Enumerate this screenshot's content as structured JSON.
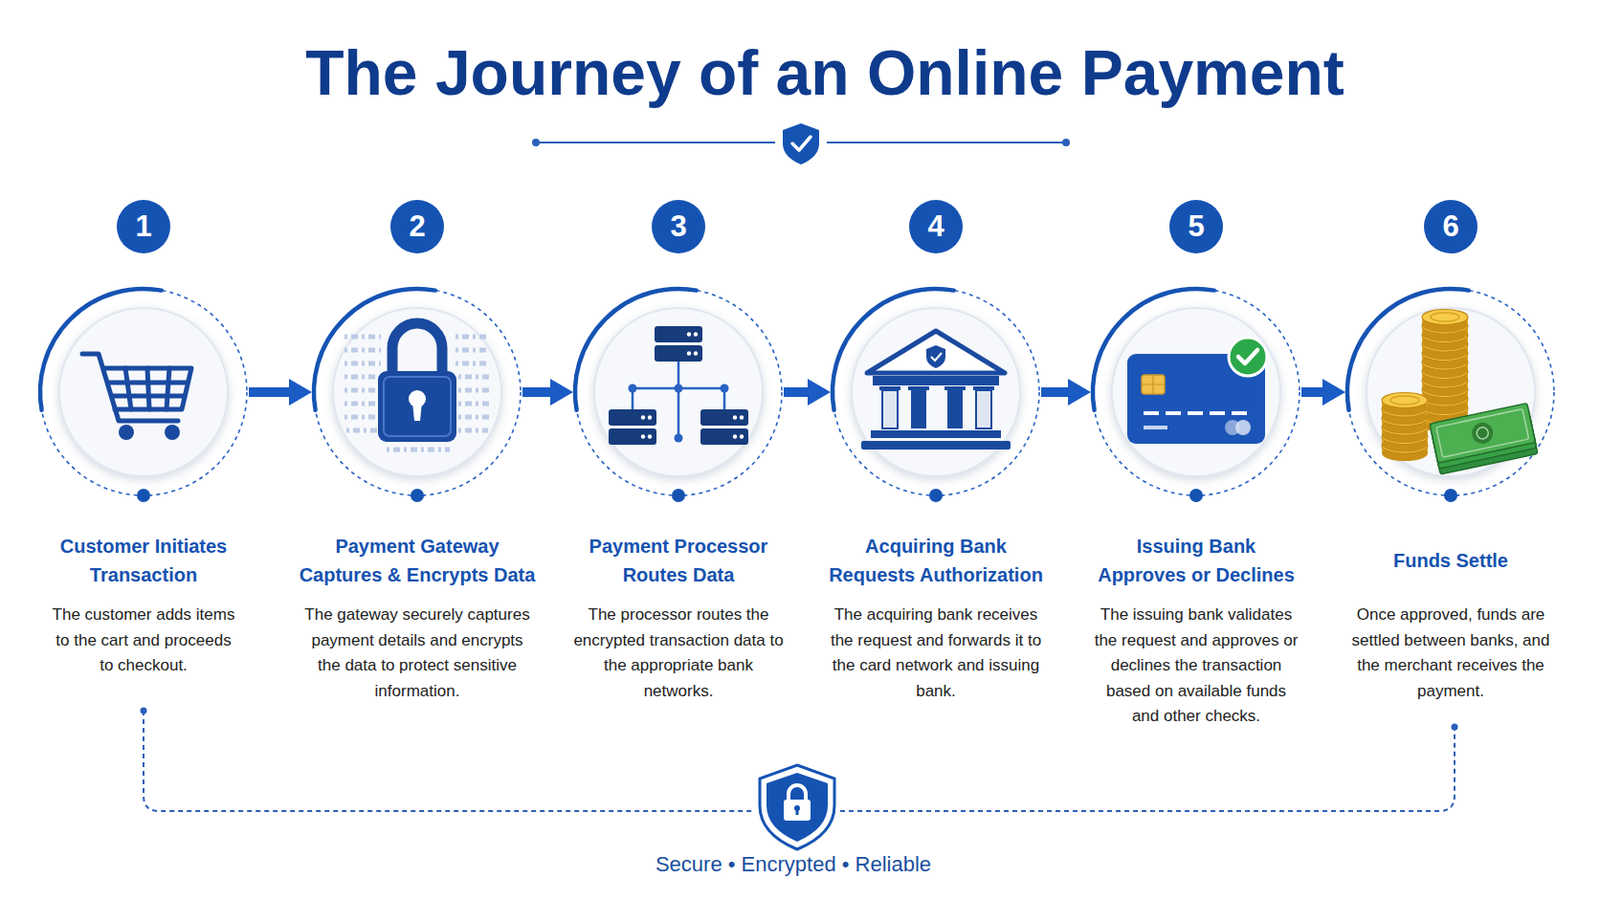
{
  "diagram": {
    "title": "The Journey of an Online Payment",
    "nodes": [
      {
        "text": [
          "1",
          "Customer Initiates Transaction",
          "The customer adds items to the cart and proceeds to checkout."
        ]
      },
      {
        "text": [
          "2",
          "Payment Gateway Captures & Encrypts Data",
          "The gateway securely captures payment details and encrypts the data to protect sensitive information."
        ]
      },
      {
        "text": [
          "3",
          "Payment Processor Routes Data",
          "The processor routes the encrypted transaction data to the appropriate bank networks."
        ]
      },
      {
        "text": [
          "4",
          "Acquiring Bank Requests Authorization",
          "The acquiring bank receives the request and forwards it to the card network and issuing bank."
        ]
      },
      {
        "text": [
          "5",
          "Issuing Bank Approves or Declines",
          "The issuing bank validates the request and approves or declines the transaction based on available funds and other checks."
        ]
      },
      {
        "text": [
          "6",
          "Funds Settle",
          "Once approved, funds are settled between banks, and the merchant receives the payment."
        ]
      }
    ],
    "edges": [
      {
        "from": 0,
        "to": 1,
        "arrow": "to"
      },
      {
        "from": 1,
        "to": 2,
        "arrow": "to"
      },
      {
        "from": 2,
        "to": 3,
        "arrow": "to"
      },
      {
        "from": 3,
        "to": 4,
        "arrow": "to"
      },
      {
        "from": 4,
        "to": 5,
        "arrow": "to"
      }
    ],
    "labels": [
      "Secure • Encrypted • Reliable"
    ]
  }
}
